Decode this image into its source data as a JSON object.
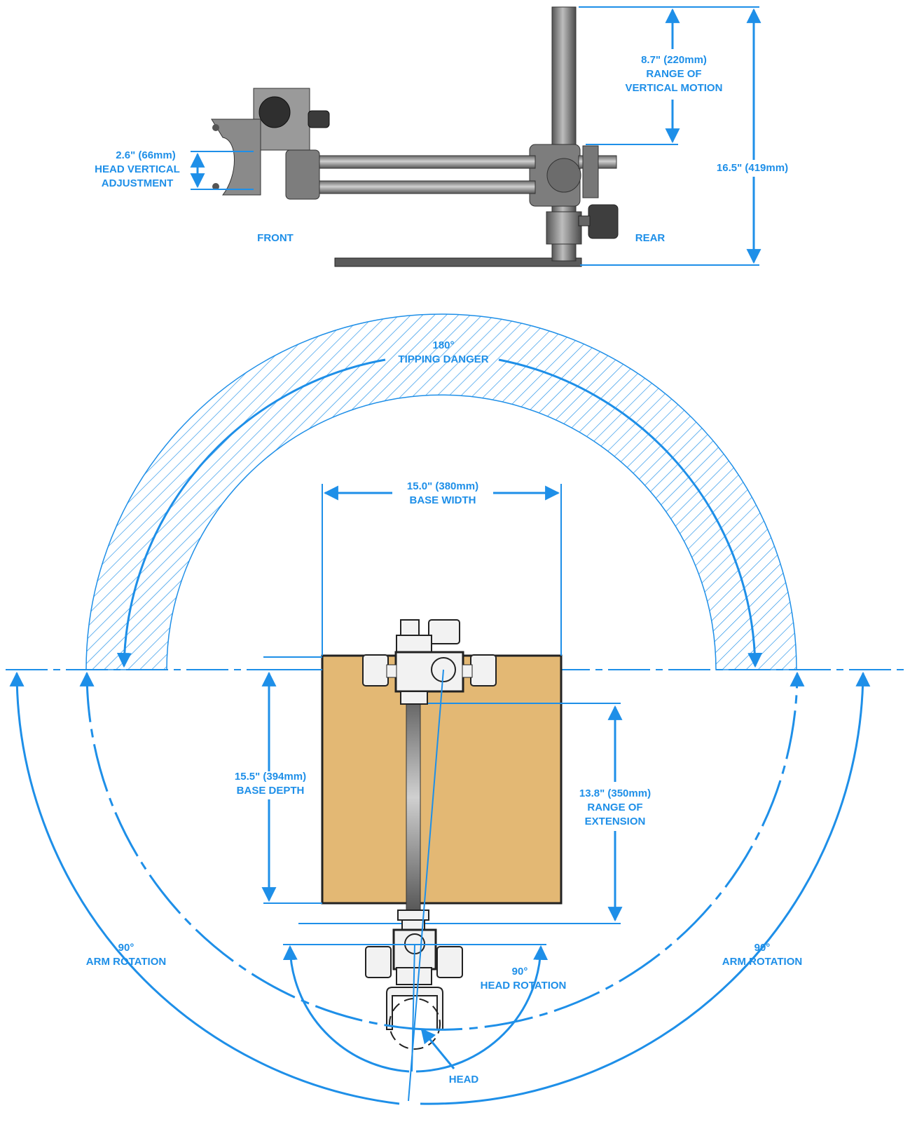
{
  "side_view": {
    "vertical_motion": [
      "8.7\" (220mm)",
      "RANGE OF",
      "VERTICAL MOTION"
    ],
    "overall_height": "16.5\" (419mm)",
    "head_vertical": [
      "2.6\" (66mm)",
      "HEAD VERTICAL",
      "ADJUSTMENT"
    ],
    "front_label": "FRONT",
    "rear_label": "REAR"
  },
  "top_view": {
    "tipping": [
      "180°",
      "TIPPING DANGER"
    ],
    "base_width": [
      "15.0\" (380mm)",
      "BASE WIDTH"
    ],
    "base_depth": [
      "15.5\" (394mm)",
      "BASE DEPTH"
    ],
    "extension": [
      "13.8\" (350mm)",
      "RANGE OF",
      "EXTENSION"
    ],
    "arm_rotation_left": [
      "90°",
      "ARM ROTATION"
    ],
    "arm_rotation_right": [
      "90°",
      "ARM ROTATION"
    ],
    "head_rotation": [
      "90°",
      "HEAD ROTATION"
    ],
    "head_label": "HEAD"
  },
  "colors": {
    "dimension_blue": "#1e8fe8",
    "base_tan": "#e3b874",
    "metal_grey": "#8c8c8c"
  }
}
